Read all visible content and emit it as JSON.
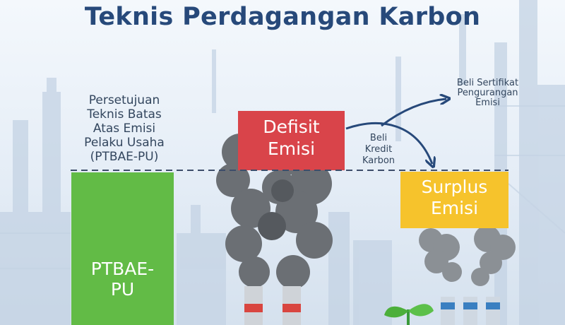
{
  "title": "Teknis Perdagangan Karbon",
  "ptbae": {
    "label": "Persetujuan\nTeknis Batas\nAtas Emisi\nPelaku Usaha\n(PTBAE-PU)",
    "bar_text": "PTBAE-\nPU"
  },
  "defisit": {
    "text": "Defisit\nEmisi"
  },
  "surplus": {
    "text": "Surplus\nEmisi"
  },
  "arrows": {
    "kredit_label": "Beli\nKredit\nKarbon",
    "sertifikat_label": "Beli Sertifikat\nPengurangan\nEmisi"
  },
  "colors": {
    "title": "#27497a",
    "ptbae_bar": "#62bb46",
    "defisit": "#d9444a",
    "surplus": "#f6c32c",
    "dashed_line": "#3d4d6a",
    "arrow": "#27497a"
  }
}
